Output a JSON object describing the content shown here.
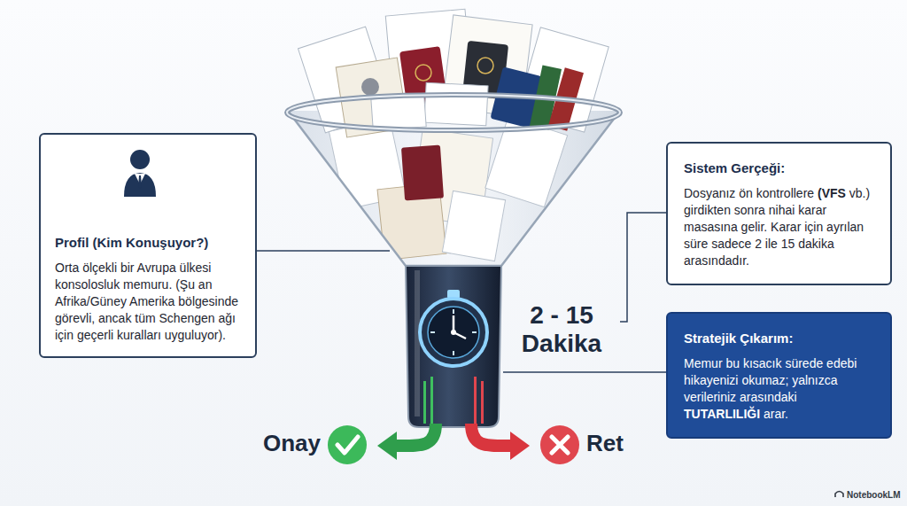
{
  "diagram": {
    "nodes": [
      {
        "text": [
          "Profil (Kim Konuşuyor?)",
          "Orta ölçekli bir Avrupa ülkesi konsolosluk memuru. (Şu an Afrika/Güney Amerika bölgesinde görevli, ancak tüm Schengen ağı için geçerli kuralları uyguluyor)."
        ]
      },
      {
        "text": [
          "Sistem Gerçeği:",
          "Dosyanız ön kontrollere (VFS vb.) girdikten sonra nihai karar masasına gelir. Karar için ayrılan süre sadece 2 ile 15 dakika arasındadır."
        ]
      },
      {
        "text": [
          "Stratejik Çıkarım:",
          "Memur bu kısacık sürede edebi hikayenizi okumaz; yalnızca verileriniz arasındaki TUTARLILIĞI arar."
        ]
      }
    ],
    "labels": [
      "2 - 15 Dakika",
      "Onay",
      "Ret",
      "NotebookLM"
    ]
  }
}
